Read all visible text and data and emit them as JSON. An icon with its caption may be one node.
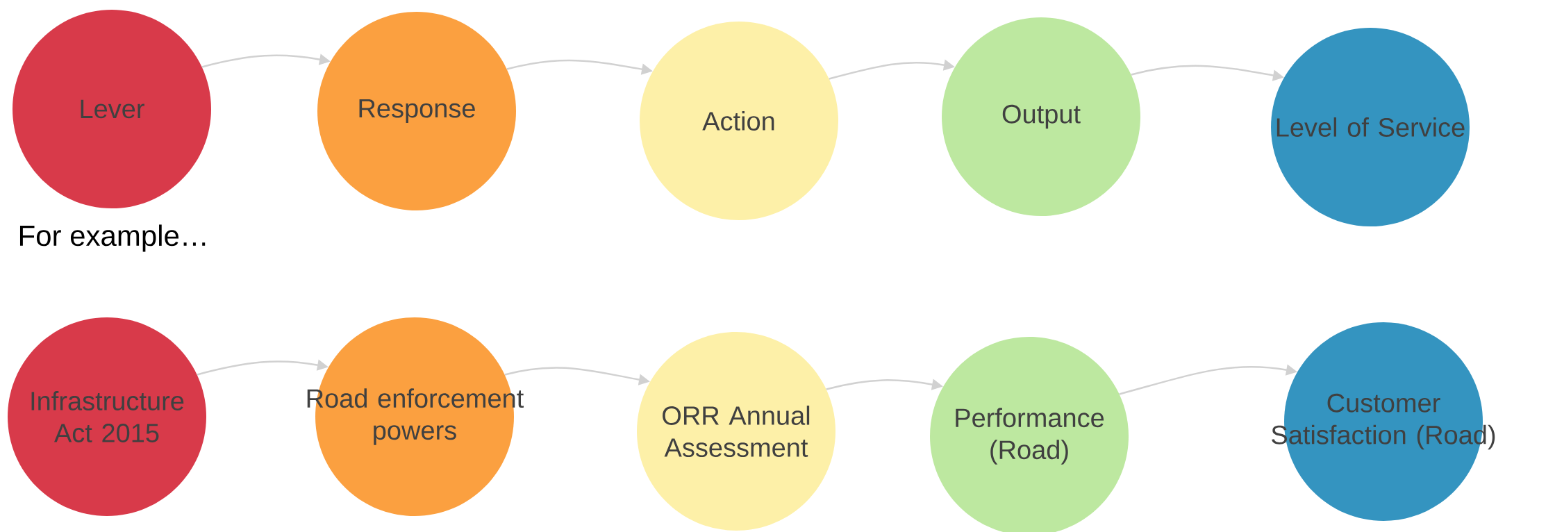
{
  "diagram": {
    "nodes": [
      {
        "text": [
          "Lever"
        ]
      },
      {
        "text": [
          "Response"
        ]
      },
      {
        "text": [
          "Action"
        ]
      },
      {
        "text": [
          "Output"
        ]
      },
      {
        "text": [
          "Level of Service"
        ]
      },
      {
        "text": [
          "Infrastructure Act 2015"
        ]
      },
      {
        "text": [
          "Road enforcement powers"
        ]
      },
      {
        "text": [
          "ORR Annual Assessment"
        ]
      },
      {
        "text": [
          "Performance (Road)"
        ]
      },
      {
        "text": [
          "Customer Satisfaction (Road)"
        ]
      }
    ],
    "edges": [
      {
        "from": 0,
        "to": 1,
        "arrow": "to"
      },
      {
        "from": 1,
        "to": 2,
        "arrow": "to"
      },
      {
        "from": 2,
        "to": 3,
        "arrow": "to"
      },
      {
        "from": 3,
        "to": 4,
        "arrow": "to"
      },
      {
        "from": 5,
        "to": 6,
        "arrow": "to"
      },
      {
        "from": 6,
        "to": 7,
        "arrow": "to"
      },
      {
        "from": 7,
        "to": 8,
        "arrow": "to"
      },
      {
        "from": 8,
        "to": 9,
        "arrow": "to"
      }
    ],
    "labels": [
      "For example…"
    ]
  }
}
